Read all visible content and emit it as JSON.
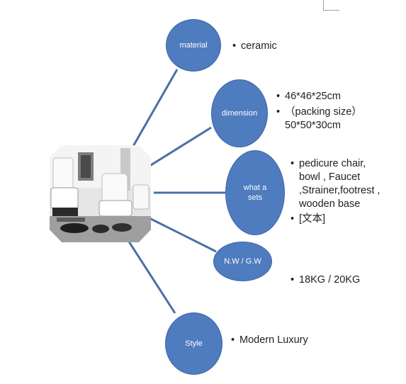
{
  "colors": {
    "node_fill": "#4f7bbf",
    "connector": "#4a6fa5",
    "text": "#222222"
  },
  "hub": {
    "image": "pedicure-chair-salon-photo"
  },
  "nodes": [
    {
      "id": "material",
      "label": "material",
      "bullets": [
        "ceramic"
      ]
    },
    {
      "id": "dimension",
      "label": "dimension",
      "bullets": [
        "46*46*25cm",
        "（packing size）50*50*30cm"
      ]
    },
    {
      "id": "sets",
      "label": "what a sets",
      "bullets": [
        "pedicure chair, bowl , Faucet ,Strainer,footrest , wooden base",
        "[文本]"
      ]
    },
    {
      "id": "weight",
      "label": "N.W / G.W",
      "bullets": [
        "18KG / 20KG"
      ]
    },
    {
      "id": "style",
      "label": "Style",
      "bullets": [
        "Modern Luxury"
      ]
    }
  ]
}
